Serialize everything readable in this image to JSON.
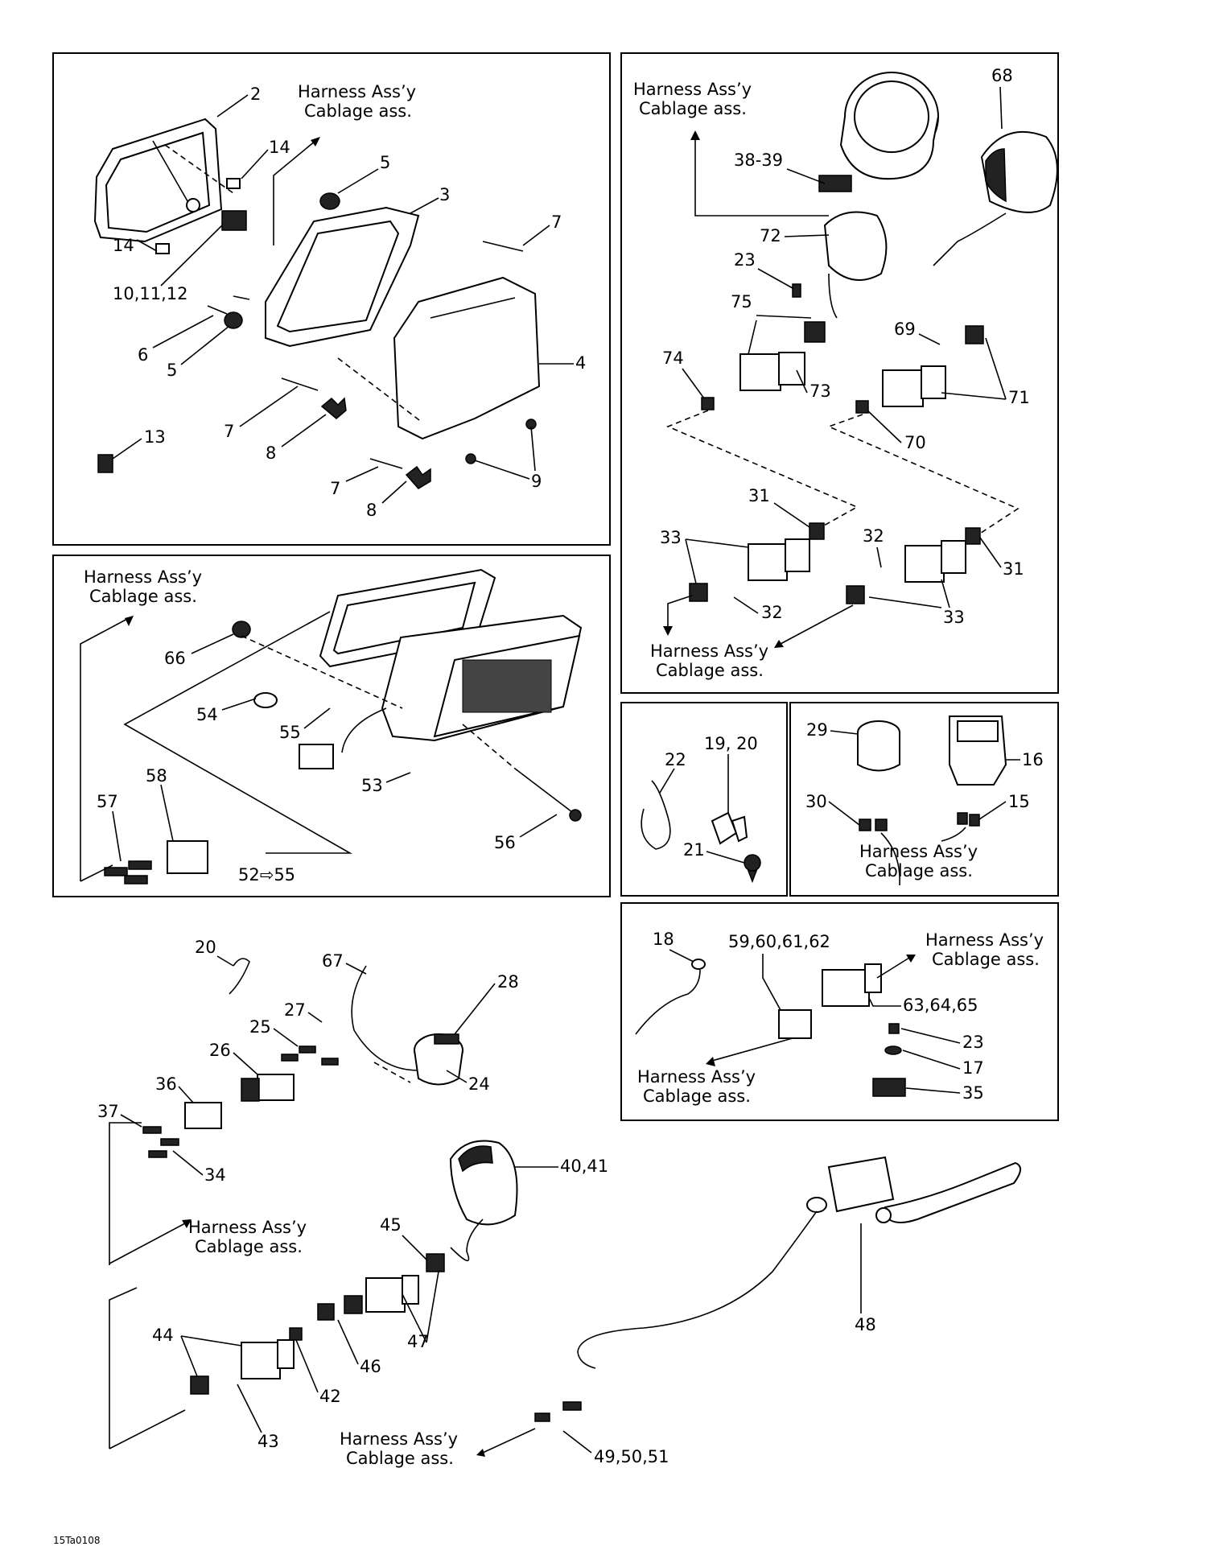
{
  "harness_label": {
    "line1": "Harness Ass’y",
    "line2": "Cablage ass."
  },
  "panel_headlight": {
    "callouts": [
      "2",
      "14",
      "5",
      "3",
      "7",
      "14",
      "10,11,12",
      "6",
      "5",
      "4",
      "7",
      "8",
      "13",
      "7",
      "9",
      "8"
    ]
  },
  "panel_gauge": {
    "callouts": [
      "68",
      "38-39",
      "72",
      "23",
      "75",
      "74",
      "73",
      "69",
      "71",
      "70",
      "31",
      "33",
      "32",
      "32",
      "31",
      "33"
    ]
  },
  "panel_taillight": {
    "callouts": [
      "66",
      "55",
      "54",
      "53",
      "58",
      "57",
      "56",
      "52⇨55"
    ]
  },
  "panel_ties": {
    "callouts": [
      "22",
      "19, 20",
      "21"
    ]
  },
  "panel_switches": {
    "callouts": [
      "29",
      "16",
      "30",
      "15"
    ]
  },
  "panel_ground": {
    "callouts": [
      "18",
      "59,60,61,62",
      "63,64,65",
      "23",
      "17",
      "35"
    ]
  },
  "lower_area": {
    "callouts": [
      "20",
      "67",
      "28",
      "27",
      "25",
      "26",
      "24",
      "36",
      "37",
      "34",
      "40,41",
      "45",
      "44",
      "47",
      "46",
      "42",
      "43",
      "48",
      "49,50,51"
    ]
  },
  "figure_code": "15Ta0108"
}
